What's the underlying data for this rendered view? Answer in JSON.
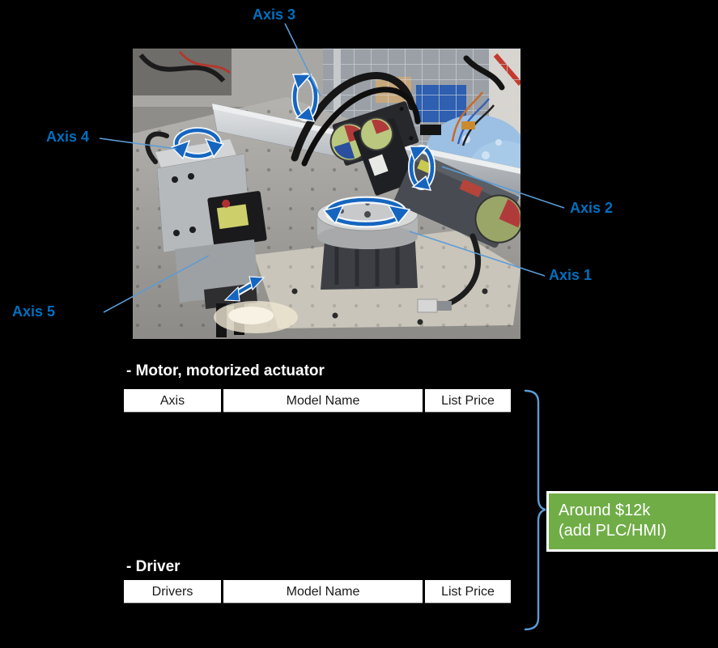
{
  "photo": {
    "description": "5-axis robot arm demo unit mounted on an optical breadboard table"
  },
  "axis_labels": {
    "axis_1": "Axis 1",
    "axis_2": "Axis 2",
    "axis_3": "Axis 3",
    "axis_4": "Axis 4",
    "axis_5": "Axis 5"
  },
  "motor_section": {
    "heading": "- Motor, motorized actuator",
    "table": {
      "headers": [
        "Axis",
        "Model Name",
        "List Price"
      ]
    }
  },
  "driver_section": {
    "heading": "- Driver",
    "table": {
      "headers": [
        "Drivers",
        "Model Name",
        "List Price"
      ]
    }
  },
  "price_note": {
    "line1": "Around $12k",
    "line2": "(add PLC/HMI)"
  },
  "colors": {
    "axis_label_blue": "#0070C0",
    "leader_line_blue": "#5B9BD5",
    "bracket_blue": "#5B9BD5",
    "rotation_arrow_blue": "#1565C0",
    "green_box_fill": "#70AD47",
    "green_box_border": "#FFFFFF",
    "table_header_bg": "#FFFFFF",
    "table_header_text": "#1A1A1A",
    "heading_text": "#FFFFFF",
    "slide_background": "#000000"
  }
}
